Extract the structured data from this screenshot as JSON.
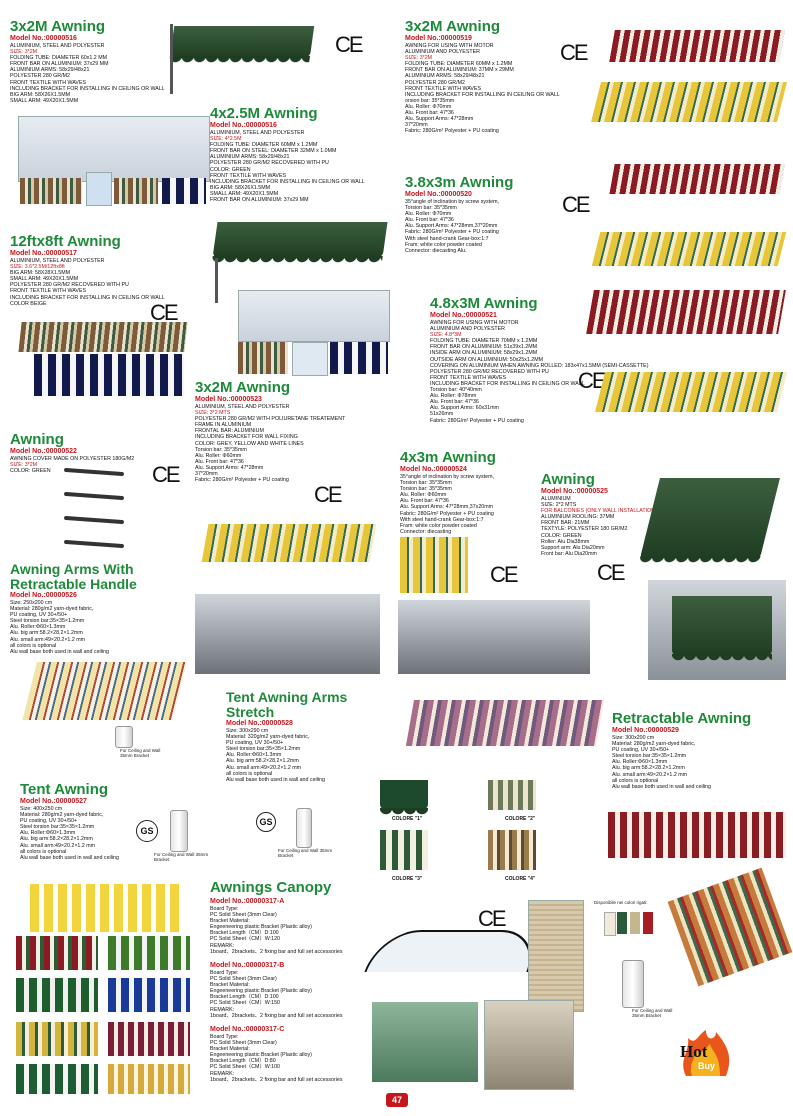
{
  "ce_mark": "CE",
  "s516a": {
    "title": "3x2M Awning",
    "model": "Model No.:00000516",
    "specs": [
      "ALUMINIUM, STEEL AND POLYESTER",
      "SIZE: 3*2M",
      "FOLDING TUBE: DIAMETER 60x1.2 MM",
      "FRONT BAR ON ALUMINIUM: 37x29 MM",
      "ALUMINIUM ARMS: 58x29/48x21",
      "POLYESTER 280 GR/M2",
      "FRONT TEXTILE WITH WAVES",
      "INCLUDING BRACKET FOR INSTALLING IN CEILING OR WALL",
      "BIG ARM: 58X26X1.5MM",
      "SMALL ARM: 49X20X1.5MM"
    ]
  },
  "s516b": {
    "title": "4x2.5M Awning",
    "model": "Model No.:00000516",
    "specs": [
      "ALUMINIUM, STEEL AND POLYESTER",
      "SIZE: 4*2.5M",
      "FOLDING TUBE: DIAMETER 60MM x 1.2MM",
      "FRONT BAR ON STEEL: DIAMETER 32MM x 1.0MM",
      "ALUMINIUM ARMS: 58x29/48x21",
      "POLYESTER 280 GR/M2 RECOVERED WITH PU",
      "COLOR: GREEN",
      "FRONT TEXTILE WITH WAVES",
      "INCLUDING BRACKET FOR INSTALLING IN CEILING OR WALL",
      "BIG ARM: 58X26X1.5MM",
      "SMALL ARM: 49X20X1.5MM",
      "FRONT BAR ON ALUMINIUM: 37x29 MM"
    ]
  },
  "s519": {
    "title": "3x2M Awning",
    "model": "Model No.:00000519",
    "specs": [
      "AWNING FOR USING WITH MOTOR",
      "ALUMINIUM AND POLYESTER",
      "SIZE: 3*2M",
      "FOLDING TUBE: DIAMETER 60MM x 1.2MM",
      "FRONT BAR ON ALUMINIUM: 37MM x 29MM",
      "ALUMINIUM ARMS: 58x29/48x21",
      "POLYESTER 280 GR/M2",
      "FRONT TEXTILE WITH WAVES",
      "INCLUDING BRACKET FOR INSTALLING IN CEILING OR WALL",
      "orsion bar: 35*35mm",
      "Alu. Roller: Φ70mm",
      "Alu. Front bar: 47*36",
      "Alu. Support Arms: 47*28mm",
      "37*20mm",
      "Fabric: 280G/m² Polyester + PU coating"
    ]
  },
  "s520": {
    "title": "3.8x3m Awning",
    "model": "Model No.:00000520",
    "specs": [
      "35°angle of inclination by screw system,",
      "Torsion bar: 35*35mm",
      "Alu. Roller: Φ70mm",
      "Alu. Front bar: 47*36",
      "Alu. Support Arms: 47*28mm,37*20mm",
      "Fabric: 280G/m² Polyester + PU coating",
      "With steel hand-crank  Gear-box:1:7",
      "Fram: white color powder coated",
      "Connector: diecasting Alu."
    ]
  },
  "s517": {
    "title": "12ftx8ft Awning",
    "model": "Model No.:00000517",
    "specs": [
      "ALUMINIUM, STEEL AND POLYESTER",
      "SIZE: 3.6*2.5M/12ftx8ft",
      "BIG ARM: 58X28X1.5MM",
      "SMALL ARM: 49X20X1.5MM",
      "POLYESTER 280 GR/M2 RECOVERED WITH PU",
      "FRONT TEXTILE WITH WAVES",
      "INCLUDING BRACKET FOR INSTALLING IN CEILING OR WALL",
      "COLOR BEIGE"
    ]
  },
  "s521": {
    "title": "4.8x3M Awning",
    "model": "Model No.:00000521",
    "specs": [
      "AWNING FOR USING WITH MOTOR",
      "ALUMINIUM AND POLYESTER",
      "SIZE: 4.8*3M",
      "FOLDING TUBE: DIAMETER 70MM x 1.2MM",
      "FRONT BAR ON ALUMINIUM: 51x39x1.2MM",
      "INSIDE ARM ON ALUMINIUM: 58x29x1.2MM",
      "OUTSIDE ARM ON ALUMINIUM: 50x25x1.2MM",
      "COVERING ON ALUMINIUM WHEN AWNING ROLLED: 183x47x1.5MM (SEMI-CASSETTE)",
      "POLYESTER 280 GR/M2 RECOVERED WITH PU",
      "FRONT TEXTILE WITH WAVES",
      "INCLUDING BRACKET FOR INSTALLING IN CEILING OR WALL",
      "Torsion bar: 40*40mm",
      "Alu. Roller: Φ78mm",
      "Alu. Front bar: 47*36",
      "Alu. Support Arms: 60x31mm",
      "51x26mm",
      "Fabric: 280G/m² Polyester + PU coating"
    ]
  },
  "s522": {
    "title": "Awning",
    "model": "Model No.:00000522",
    "specs": [
      "AWNING COVER MADE ON POLYESTER 180G/M2",
      "SIZE: 3*2M",
      "COLOR: GREEN"
    ]
  },
  "s523": {
    "title": "3x2M Awning",
    "model": "Model No.:00000523",
    "specs": [
      "ALUMINIUM, STEEL AND POLYESTER",
      "SIZE: 3*2 MTS",
      "POLYESTER 280 GR/M2 WITH POLIURETANE TREATEMENT",
      "FRAME IN ALUMINIUM",
      "FRONTAL BAR: ALUMINIUM",
      "INCLUDING BRACKET FOR WALL FIXING",
      "COLOR: GREY, YELLOW AND WHITE LINES",
      "Torsion bar: 35*35mm",
      "Alu. Roller: Φ60mm",
      "Alu. Front bar: 47*36",
      "Alu. Support Arms: 47*28mm",
      "37*20mm",
      "Fabric: 280G/m² Polyester + PU coating"
    ]
  },
  "s524": {
    "title": "4x3m Awning",
    "model": "Model No.:00000524",
    "specs": [
      "35°angle of inclination by screw system,",
      "Torsion bar: 35*35mm",
      "Torsion bar: 35*35mm",
      "Alu. Roller: Φ60mm",
      "Alu. Front bar: 47*36",
      "Alu. Support Arms: 47*28mm,37x20mm",
      "Fabric: 280G/m² Polyester + PU coating",
      "With steel hand-crank  Gear-box:1:7",
      "Fram: white color powder coated",
      "Connector: diecasting"
    ]
  },
  "s525": {
    "title": "Awning",
    "model": "Model No.:00000525",
    "specs": [
      "ALUMINIUM",
      "SIZE: 2*2 MTS",
      "FOR BALCONIES (ONLY WALL INSTALLATION)",
      "ALUMINIUM ROOLING: 37MM",
      "FRONT BAR: 21MM",
      "TEXTYLE: POLYESTER 180 GR/M2",
      "COLOR: GREEN",
      "Roller: Alu Dia38mm",
      "Support arm: Alu Dia20mm",
      "Front bar: Alu Dia20mm"
    ]
  },
  "s526": {
    "title": "Awning Arms With Retractable Handle",
    "model": "Model No.:00000526",
    "specs": [
      "Size: 250x200 cm",
      "Material: 280g/m2 yarn-dyed fabric,",
      "PU coating, UV 30+/50+",
      "Steel torsion bar:35×35×1.2mm",
      "Alu. Roller:Φ60×1.3mm",
      "Alu. big arm:58.2×28.2×1.2mm",
      "Alu. small arm:49×20.2×1.2 mm",
      "all colors is optional",
      "Alu wall base both used in wall and ceiling"
    ]
  },
  "s528": {
    "title": "Tent Awning Arms Stretch",
    "model": "Model No.:00000528",
    "specs": [
      "Size: 300x290 cm",
      "Material: 320g/m2 yarn-dyed fabric,",
      "PU coating, UV 30+/50+",
      "Steel torsion bar:35×35×1.2mm",
      "Alu. Roller:Φ60×1.3mm",
      "Alu. big arm:58.2×28.2×1.2mm",
      "Alu. small arm:49×20.2×1.2 mm",
      "all colors is optional",
      "Alu wall base both used in wall and ceiling"
    ]
  },
  "s529": {
    "title": "Retractable Awning",
    "model": "Model No.:00000529",
    "specs": [
      "Size: 300x200 cm",
      "Material: 280g/m2 yarn-dyed fabric,",
      "PU coating, UV 30+/50+",
      "Steel torsion bar:35×35×1.2mm",
      "Alu. Roller:Φ60×1.3mm",
      "Alu. big arm:58.2×28.2×1.2mm",
      "Alu. small arm:49×20.2×1.2 mm",
      "all colors is optional",
      "Alu wall base both used in wall and ceiling"
    ]
  },
  "s527": {
    "title": "Tent Awning",
    "model": "Model No.:00000527",
    "specs": [
      "Size: 400x250 cm",
      "Material: 280g/m2 yarn-dyed fabric,",
      "PU coating, UV 30+/50+",
      "Steel torsion bar:35×35×1.2mm",
      "Alu. Roller:Φ60×1.3mm",
      "Alu. big arm:58.2×28.2×1.2mm",
      "Alu. small arm:49×20.2×1.2 mm",
      "all colors is optional",
      "Alu wall base both used in wall and ceiling"
    ]
  },
  "bracket_label": "For Ceiling and Wall 35mm Bracket",
  "colors": [
    "COLORE \"1\"",
    "COLORE \"2\"",
    "COLORE \"3\"",
    "COLORE \"4\""
  ],
  "dispo": "Disponibile nei colori rigati:",
  "canopy": {
    "title": "Awnings Canopy",
    "a": {
      "model": "Model No.:00000317-A",
      "specs": [
        "Board Type:",
        "PC Solid Sheet (3mm Clear)",
        "Bracket  Material:",
        "Engeeneering plastic Bracket  (Plastic alloy)",
        "Bracket Length（CM）D:100",
        "PC Solid Sheet（CM）W:120",
        "REMARK:",
        "1board、2brackets、2 fixing bar and full set accessories"
      ]
    },
    "b": {
      "model": "Model No.:00000317-B",
      "specs": [
        "Board Type:",
        "PC Solid Sheet (3mm Clear)",
        "Bracket  Material:",
        "Engeeneering plastic Bracket  (Plastic alloy)",
        "Bracket Length（CM）D:100",
        "PC Solid Sheet（CM）W:150",
        "REMARK:",
        "1board、2brackets、2 fixing bar and full set accessories"
      ]
    },
    "c": {
      "model": "Model No.:00000317-C",
      "specs": [
        "Board Type:",
        "PC Solid Sheet  (3mm Clear)",
        "Bracket  Material:",
        "Engeeneering plastic Bracket  (Plastic alloy)",
        "Bracket Length（CM）D:80",
        "PC Solid Sheet（CM）W:100",
        "REMARK:",
        "1board、2brackets、2 fixing bar and full set accessories"
      ]
    }
  },
  "gs_mark": "GS",
  "hot": {
    "line1": "Hot",
    "line2": "Buy"
  },
  "page_number": "47"
}
